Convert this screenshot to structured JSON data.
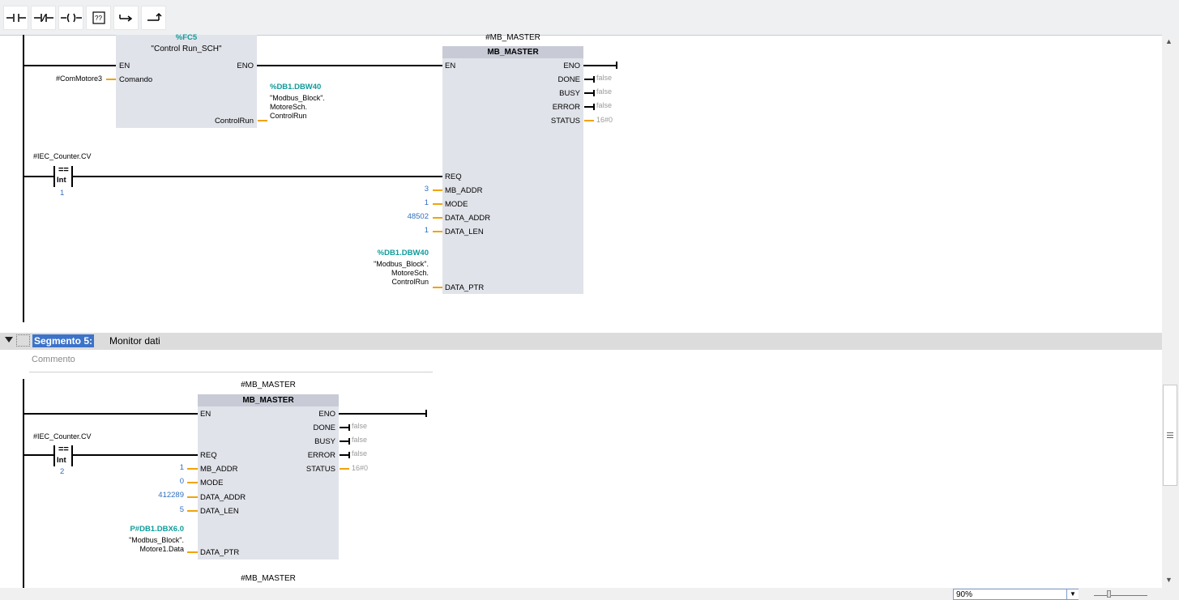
{
  "toolbar": {
    "buttons": [
      {
        "name": "normally-open-contact",
        "icon": "no-contact-icon"
      },
      {
        "name": "normally-closed-contact",
        "icon": "nc-contact-icon"
      },
      {
        "name": "output-coil",
        "icon": "coil-icon"
      },
      {
        "name": "empty-box",
        "icon": "empty-box-icon"
      },
      {
        "name": "open-branch",
        "icon": "open-branch-icon"
      },
      {
        "name": "close-branch",
        "icon": "close-branch-icon"
      }
    ]
  },
  "network4": {
    "fc": {
      "address": "%FC5",
      "name": "\"Control Run_SCH\"",
      "pins": {
        "en": "EN",
        "eno": "ENO",
        "comando": "Comando",
        "controlrun": "ControlRun"
      },
      "comando_operand": "#ComMotore3",
      "output_address": "%DB1.DBW40",
      "output_symbol": [
        "\"Modbus_Block\".",
        "MotoreSch.",
        "ControlRun"
      ]
    },
    "compare": {
      "operand": "#IEC_Counter.CV",
      "op": "==",
      "type": "Int",
      "value": "1"
    },
    "mb": {
      "instance": "#MB_MASTER",
      "title": "MB_MASTER",
      "inputs": {
        "en": "EN",
        "req": "REQ",
        "mb_addr": "MB_ADDR",
        "mode": "MODE",
        "data_addr": "DATA_ADDR",
        "data_len": "DATA_LEN",
        "data_ptr": "DATA_PTR"
      },
      "outputs": {
        "eno": "ENO",
        "done": "DONE",
        "busy": "BUSY",
        "error": "ERROR",
        "status": "STATUS"
      },
      "values": {
        "mb_addr": "3",
        "mode": "1",
        "data_addr": "48502",
        "data_len": "1"
      },
      "out_values": {
        "done": "false",
        "busy": "false",
        "error": "false",
        "status": "16#0"
      },
      "ptr_address": "%DB1.DBW40",
      "ptr_symbol": [
        "\"Modbus_Block\".",
        "MotoreSch.",
        "ControlRun"
      ]
    }
  },
  "segment5": {
    "label": "Segmento 5:",
    "title": "Monitor dati",
    "comment_placeholder": "Commento",
    "compare": {
      "operand": "#IEC_Counter.CV",
      "op": "==",
      "type": "Int",
      "value": "2"
    },
    "mb": {
      "instance": "#MB_MASTER",
      "title": "MB_MASTER",
      "inputs": {
        "en": "EN",
        "req": "REQ",
        "mb_addr": "MB_ADDR",
        "mode": "MODE",
        "data_addr": "DATA_ADDR",
        "data_len": "DATA_LEN",
        "data_ptr": "DATA_PTR"
      },
      "outputs": {
        "eno": "ENO",
        "done": "DONE",
        "busy": "BUSY",
        "error": "ERROR",
        "status": "STATUS"
      },
      "values": {
        "mb_addr": "1",
        "mode": "0",
        "data_addr": "412289",
        "data_len": "5"
      },
      "out_values": {
        "done": "false",
        "busy": "false",
        "error": "false",
        "status": "16#0"
      },
      "ptr_address": "P#DB1.DBX6.0",
      "ptr_symbol": [
        "\"Modbus_Block\".",
        "Motore1.Data"
      ]
    },
    "next_instance": "#MB_MASTER"
  },
  "statusbar": {
    "zoom": "90%"
  },
  "colors": {
    "address": "#0f9b9b",
    "constant": "#2f6fbf",
    "wire": "#000000",
    "pin_line": "#f0a30a",
    "highlight": "#3c73c9"
  }
}
